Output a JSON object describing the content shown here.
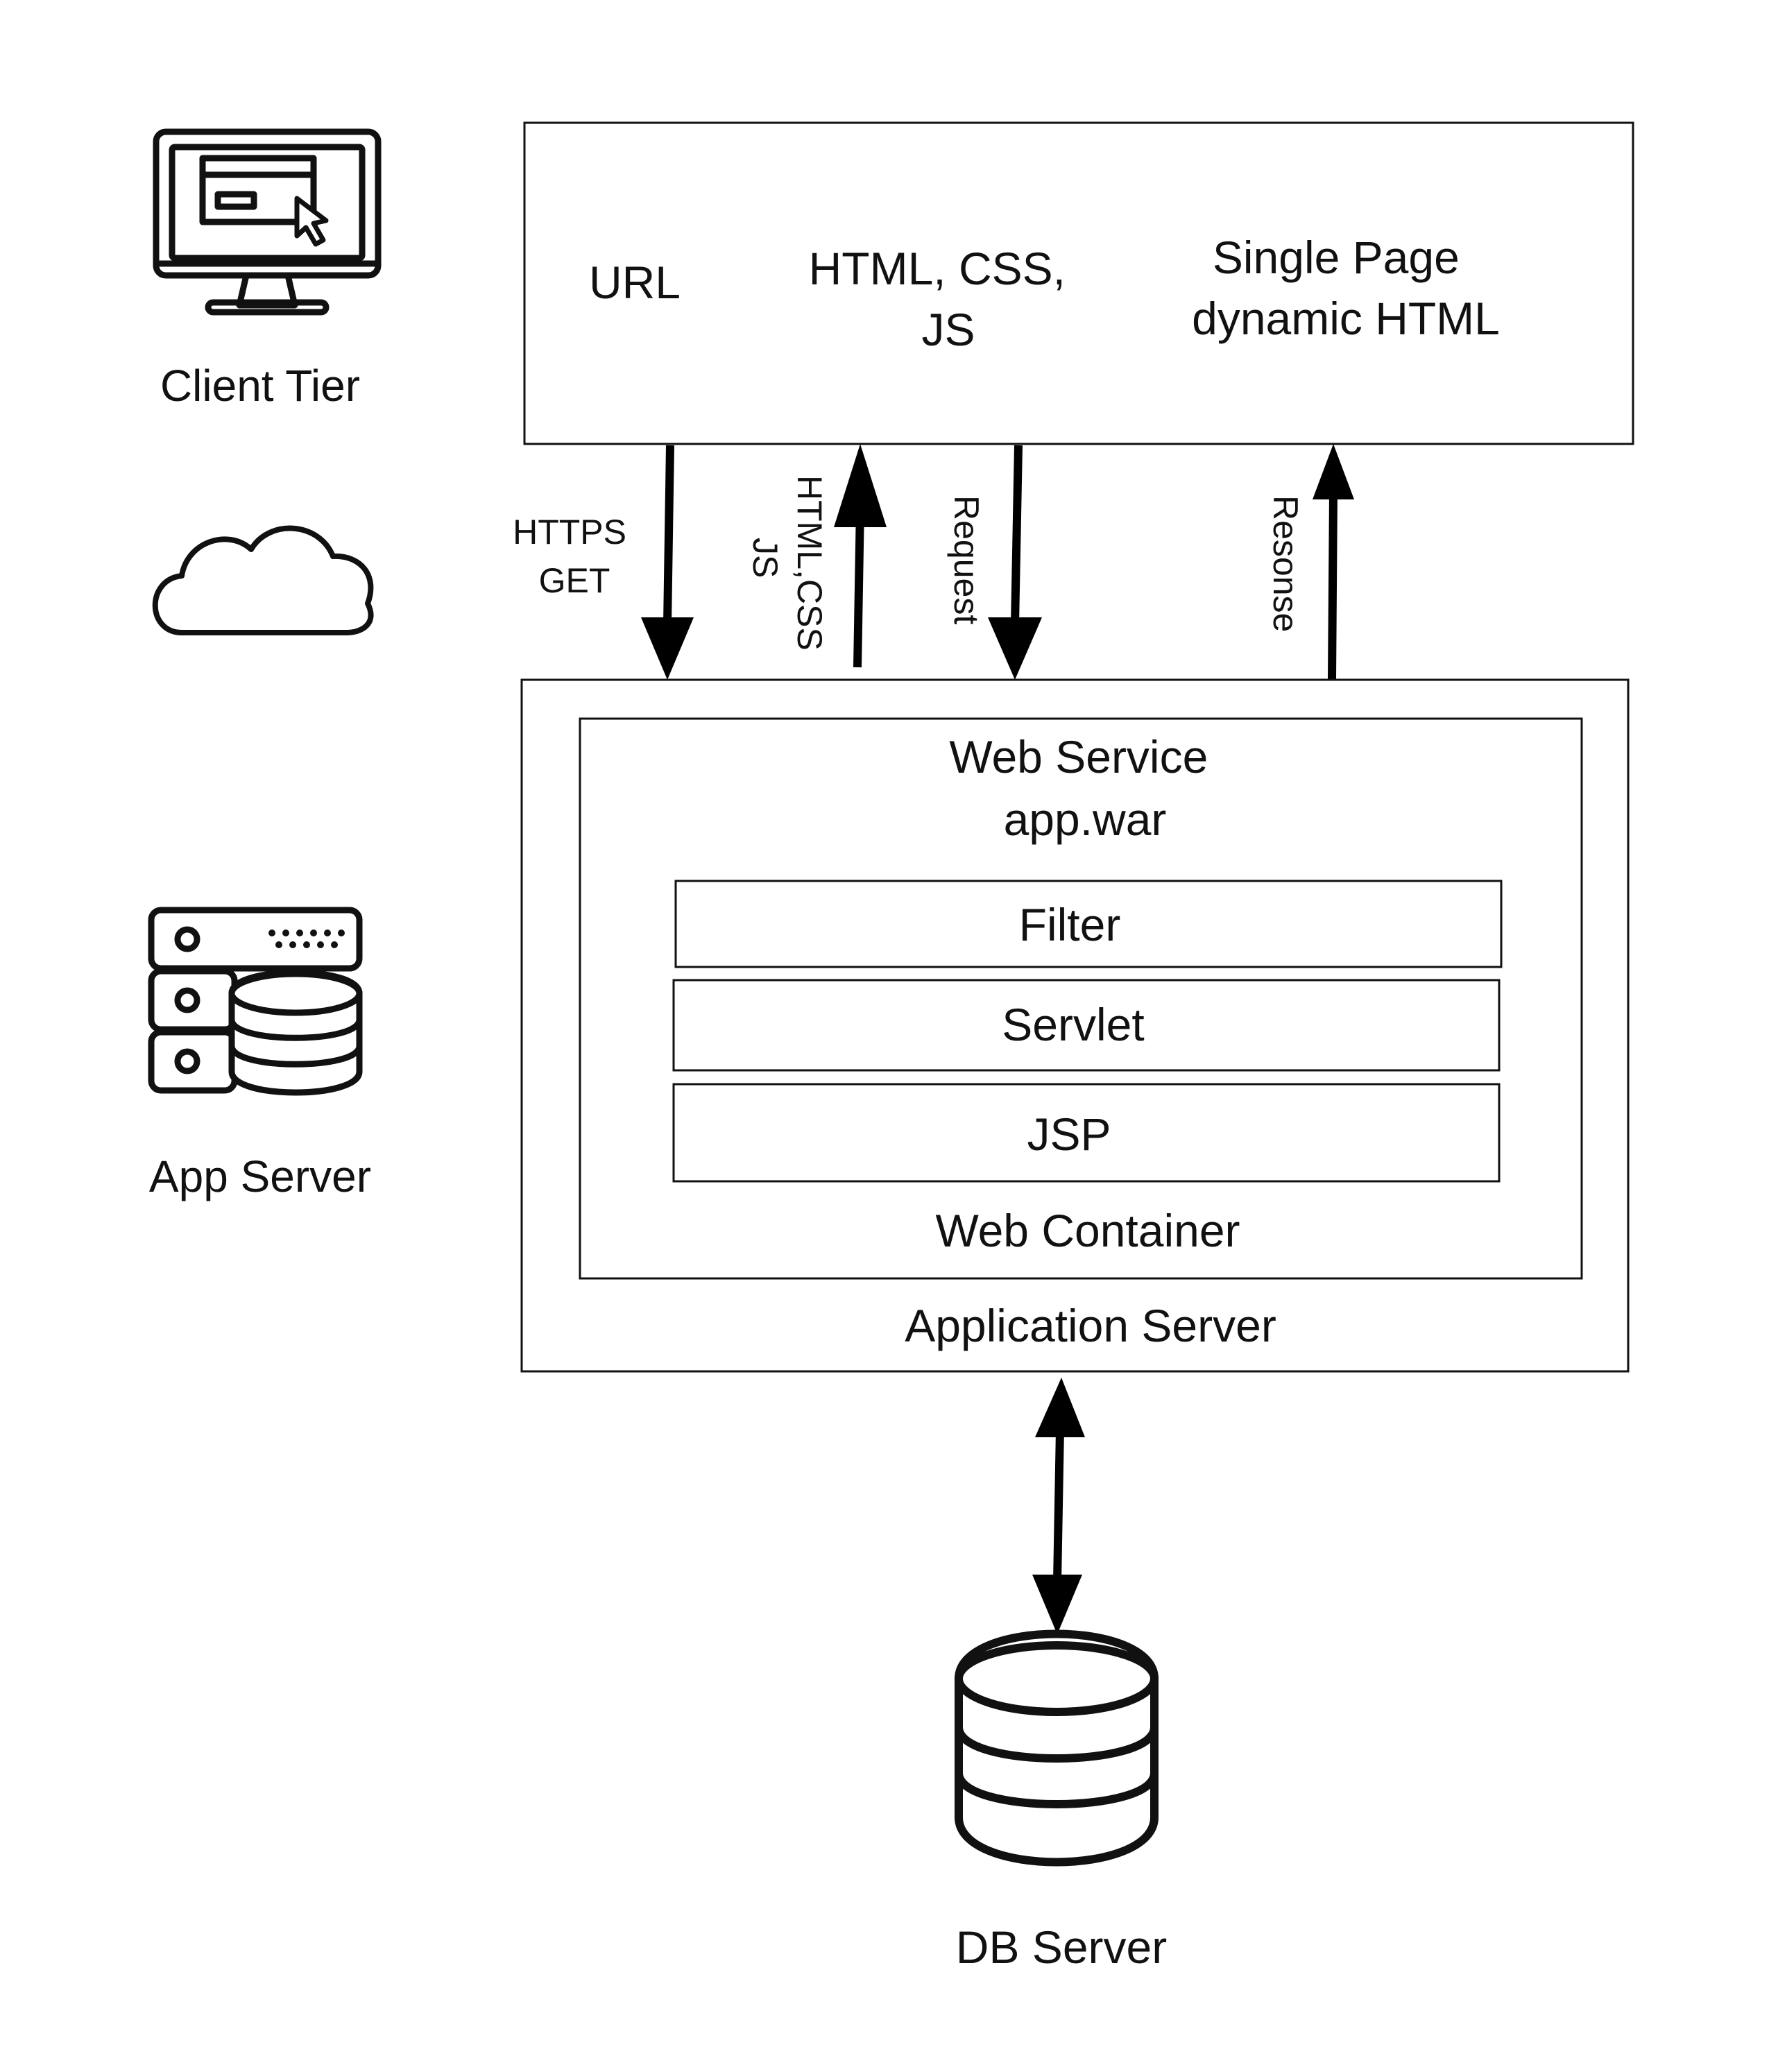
{
  "tiers": {
    "client": "Client Tier",
    "app": "App Server",
    "db": "DB Server"
  },
  "client_box": {
    "url": "URL",
    "html_css_js": [
      "HTML, CSS,",
      "JS"
    ],
    "single_page": [
      "Single Page",
      "dynamic HTML"
    ]
  },
  "arrows": {
    "https_get": [
      "HTTPS",
      "GET"
    ],
    "html_css_js": [
      "HTML,CSS",
      "JS"
    ],
    "request": "Request",
    "response": "Resonse"
  },
  "app_server": {
    "label": "Application Server",
    "web_container": {
      "label": "Web Container",
      "web_service": [
        "Web Service",
        "app.war"
      ],
      "layers": [
        "Filter",
        "Servlet",
        "JSP"
      ]
    }
  },
  "icons": {
    "client": "monitor-cursor-icon",
    "network": "cloud-icon",
    "app": "server-database-icon",
    "db": "database-icon"
  }
}
